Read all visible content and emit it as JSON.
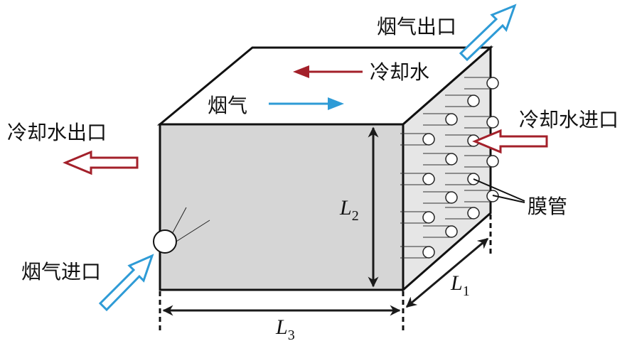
{
  "labels": {
    "flue_gas_outlet": "烟气出口",
    "cooling_water_top": "冷却水",
    "flue_gas_top": "烟气",
    "cooling_water_outlet": "冷却水出口",
    "cooling_water_inlet": "冷却水进口",
    "membrane_tube": "膜管",
    "flue_gas_inlet": "烟气进口",
    "L1": "L",
    "L1_sub": "1",
    "L2": "L",
    "L2_sub": "2",
    "L3": "L",
    "L3_sub": "3"
  },
  "colors": {
    "red": "#a3202a",
    "blue": "#2e9bd6"
  }
}
